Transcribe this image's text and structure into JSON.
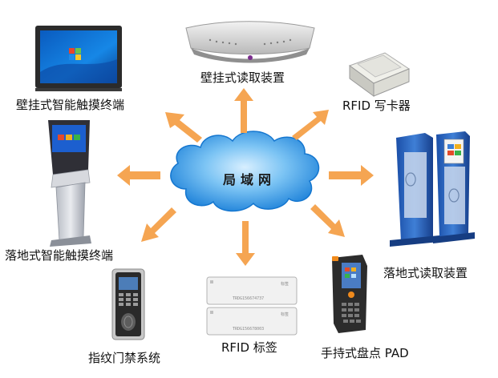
{
  "center": {
    "label": "局域网"
  },
  "nodes": {
    "wall_reader": "壁挂式读取装置",
    "rfid_writer": "RFID 写卡器",
    "wall_terminal": "壁挂式智能触摸终端",
    "floor_terminal": "落地式智能触摸终端",
    "floor_reader": "落地式读取装置",
    "fingerprint": "指纹门禁系统",
    "rfid_tag": "RFID 标签",
    "handheld_pad": "手持式盘点 PAD"
  },
  "tags": {
    "tag1_code": "TRDG156674737",
    "tag2_code": "TRDG156678003"
  },
  "colors": {
    "arrow": "#F5A552",
    "cloud_fill": "#1E8FE0",
    "cloud_light": "#9FD3F7"
  }
}
